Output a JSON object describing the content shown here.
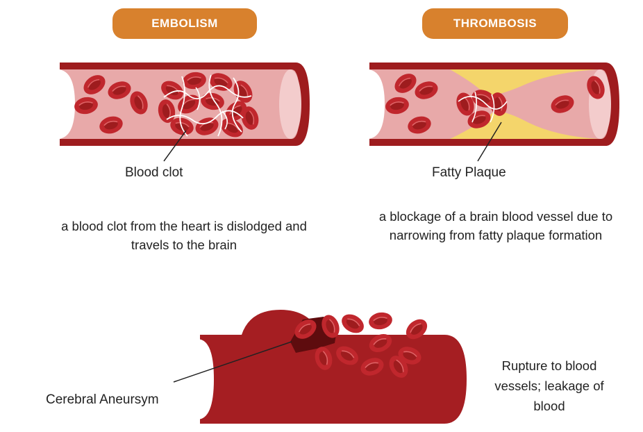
{
  "embolism": {
    "title": "EMBOLISM",
    "label": "Blood clot",
    "description": "a blood clot from the heart is dislodged and travels to the brain"
  },
  "thrombosis": {
    "title": "THROMBOSIS",
    "label": "Fatty Plaque",
    "description": "a blockage of a brain blood vessel due to narrowing from fatty plaque formation"
  },
  "aneurysm": {
    "label": "Cerebral Aneursym",
    "description": "Rupture to blood vessels; leakage of blood"
  },
  "colors": {
    "pill": "#d8812d",
    "vessel_wall": "#9e1c1e",
    "vessel_lumen": "#e8a9a9",
    "vessel_lumen_light": "#f7dada",
    "blood_cell": "#c0272d",
    "blood_cell_dark": "#8d1518",
    "plaque": "#f4d56b",
    "aneurysm_body": "#a51e22"
  }
}
